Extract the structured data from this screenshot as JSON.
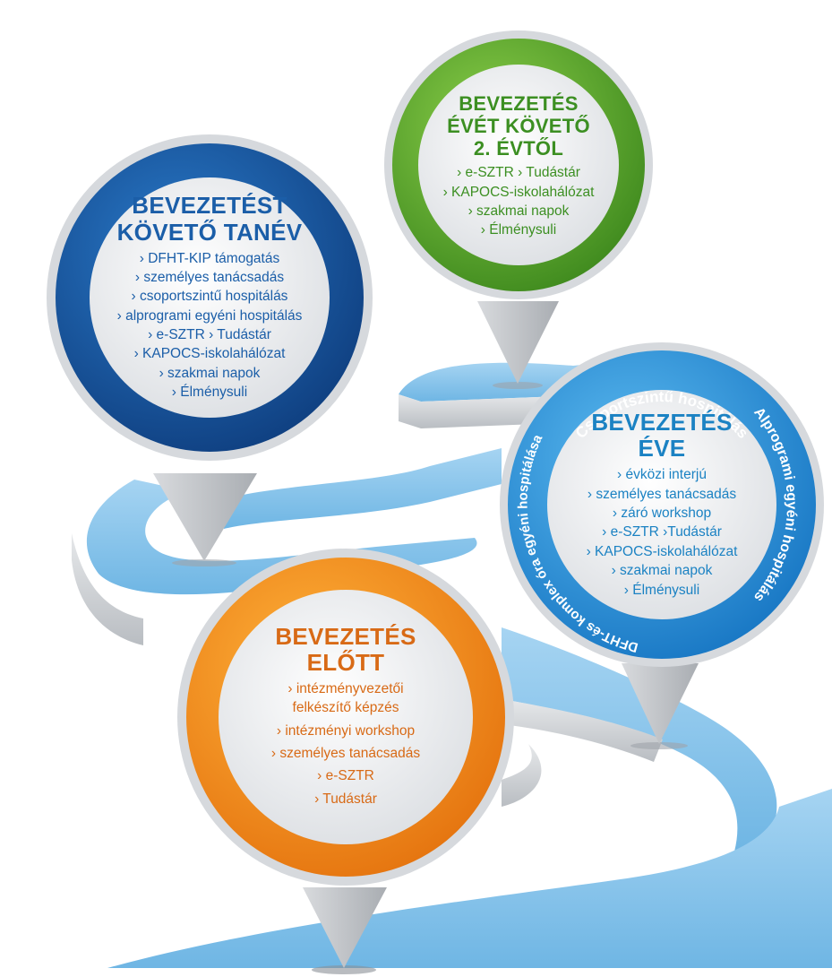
{
  "pins": {
    "blue": {
      "title": [
        "BEVEZETÉST",
        "KÖVETŐ TANÉV"
      ],
      "items": [
        "› DFHT-KIP támogatás",
        "› személyes tanácsadás",
        "› csoportszintű hospitálás",
        "› alprogrami egyéni  hospitálás",
        "› e-SZTR  › Tudástár",
        "› KAPOCS-iskolahálózat",
        "› szakmai napok",
        "› Élménysuli"
      ]
    },
    "green": {
      "title": [
        "BEVEZETÉS",
        "ÉVÉT KÖVETŐ",
        "2. ÉVTŐL"
      ],
      "items": [
        "› e-SZTR  › Tudástár",
        "› KAPOCS-iskolahálózat",
        "› szakmai napok",
        "› Élménysuli"
      ]
    },
    "lightblue": {
      "title": [
        "BEVEZETÉS",
        "ÉVE"
      ],
      "items": [
        "› évközi interjú",
        "› személyes tanácsadás",
        "› záró workshop",
        "› e-SZTR    ›Tudástár",
        "› KAPOCS-iskolahálózat",
        "› szakmai napok",
        "› Élménysuli"
      ],
      "ring_texts": {
        "top": "Csoportszintű hospitálás",
        "right": "Alprogrami egyéni hospitálás",
        "left": "DFHT-és komplex óra egyéni hospitálása"
      }
    },
    "orange": {
      "title": [
        "BEVEZETÉS",
        "ELŐTT"
      ],
      "items": [
        "› intézményvezetői",
        "felkészítő képzés",
        "› intézményi workshop",
        "› személyes tanácsadás",
        "› e-SZTR",
        "› Tudástár"
      ]
    }
  },
  "colors": {
    "road": "#8cc6ea",
    "road_edge": "#c9ccd0",
    "blue_ring": "#1b5ea8",
    "green_ring": "#5fae2e",
    "lightblue_ring": "#2f9be0",
    "orange_ring": "#f08a1c"
  }
}
